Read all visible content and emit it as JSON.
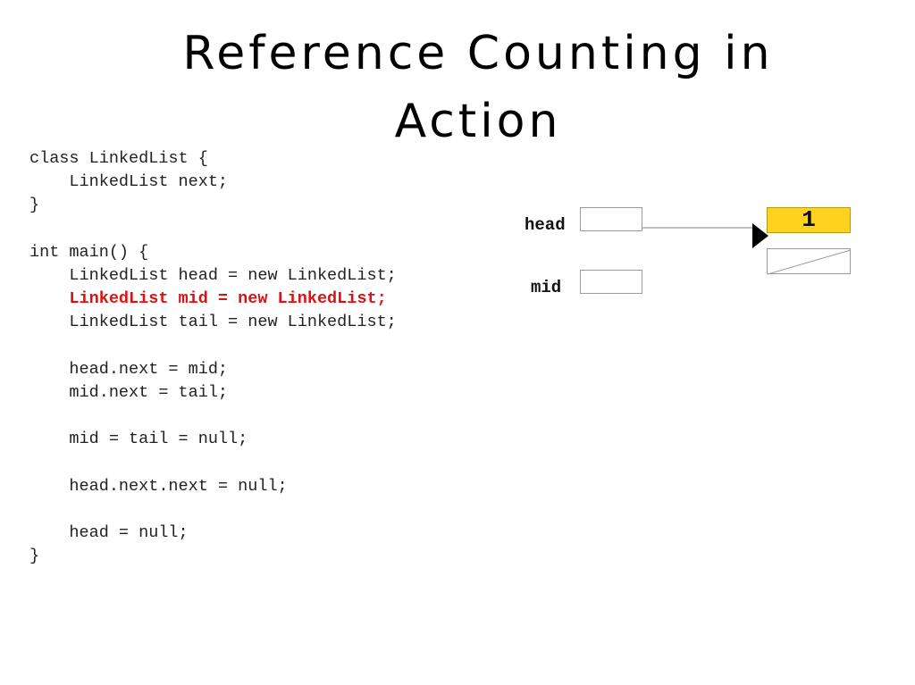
{
  "slide": {
    "title": "Reference Counting in Action"
  },
  "code": {
    "lines": [
      {
        "text": "class LinkedList {",
        "highlight": false
      },
      {
        "text": "    LinkedList next;",
        "highlight": false
      },
      {
        "text": "}",
        "highlight": false
      },
      {
        "text": "",
        "highlight": false
      },
      {
        "text": "int main() {",
        "highlight": false
      },
      {
        "text": "    LinkedList head = new LinkedList;",
        "highlight": false
      },
      {
        "text": "    LinkedList mid = new LinkedList;",
        "highlight": true
      },
      {
        "text": "    LinkedList tail = new LinkedList;",
        "highlight": false
      },
      {
        "text": "",
        "highlight": false
      },
      {
        "text": "    head.next = mid;",
        "highlight": false
      },
      {
        "text": "    mid.next = tail;",
        "highlight": false
      },
      {
        "text": "",
        "highlight": false
      },
      {
        "text": "    mid = tail = null;",
        "highlight": false
      },
      {
        "text": "",
        "highlight": false
      },
      {
        "text": "    head.next.next = null;",
        "highlight": false
      },
      {
        "text": "",
        "highlight": false
      },
      {
        "text": "    head = null;",
        "highlight": false
      },
      {
        "text": "}",
        "highlight": false
      }
    ],
    "highlight_color": "#dd1111"
  },
  "diagram": {
    "variables": [
      {
        "name": "head"
      },
      {
        "name": "mid"
      }
    ],
    "object": {
      "ref_count": "1",
      "count_color": "#ffd21f",
      "next": "null"
    }
  }
}
